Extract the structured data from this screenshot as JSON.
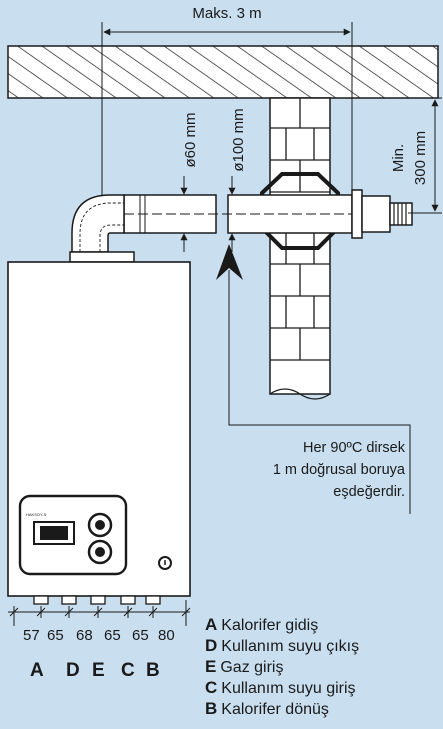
{
  "dimensions": {
    "max_length": "Maks. 3 m",
    "min_label": "Min.",
    "min_value": "300 mm",
    "inner_diameter": "ø60 mm",
    "outer_diameter": "ø100 mm"
  },
  "note": {
    "line1": "Her 90ºC dirsek",
    "line2": "1 m doğrusal boruya",
    "line3": "eşdeğerdir."
  },
  "connections": {
    "spacings": [
      "57",
      "65",
      "68",
      "65",
      "65",
      "80"
    ],
    "letters": [
      "A",
      "D",
      "E",
      "C",
      "B"
    ]
  },
  "legend": [
    {
      "letter": "A",
      "text": "Kalorifer gidiş"
    },
    {
      "letter": "D",
      "text": "Kullanım suyu çıkış"
    },
    {
      "letter": "E",
      "text": "Gaz giriş"
    },
    {
      "letter": "C",
      "text": "Kullanım suyu giriş"
    },
    {
      "letter": "B",
      "text": "Kalorifer dönüş"
    }
  ],
  "boiler": {
    "brand": "HAKSOY-S"
  },
  "colors": {
    "background": "#c9dff0",
    "line": "#1a1a1a",
    "fill": "#ffffff"
  }
}
